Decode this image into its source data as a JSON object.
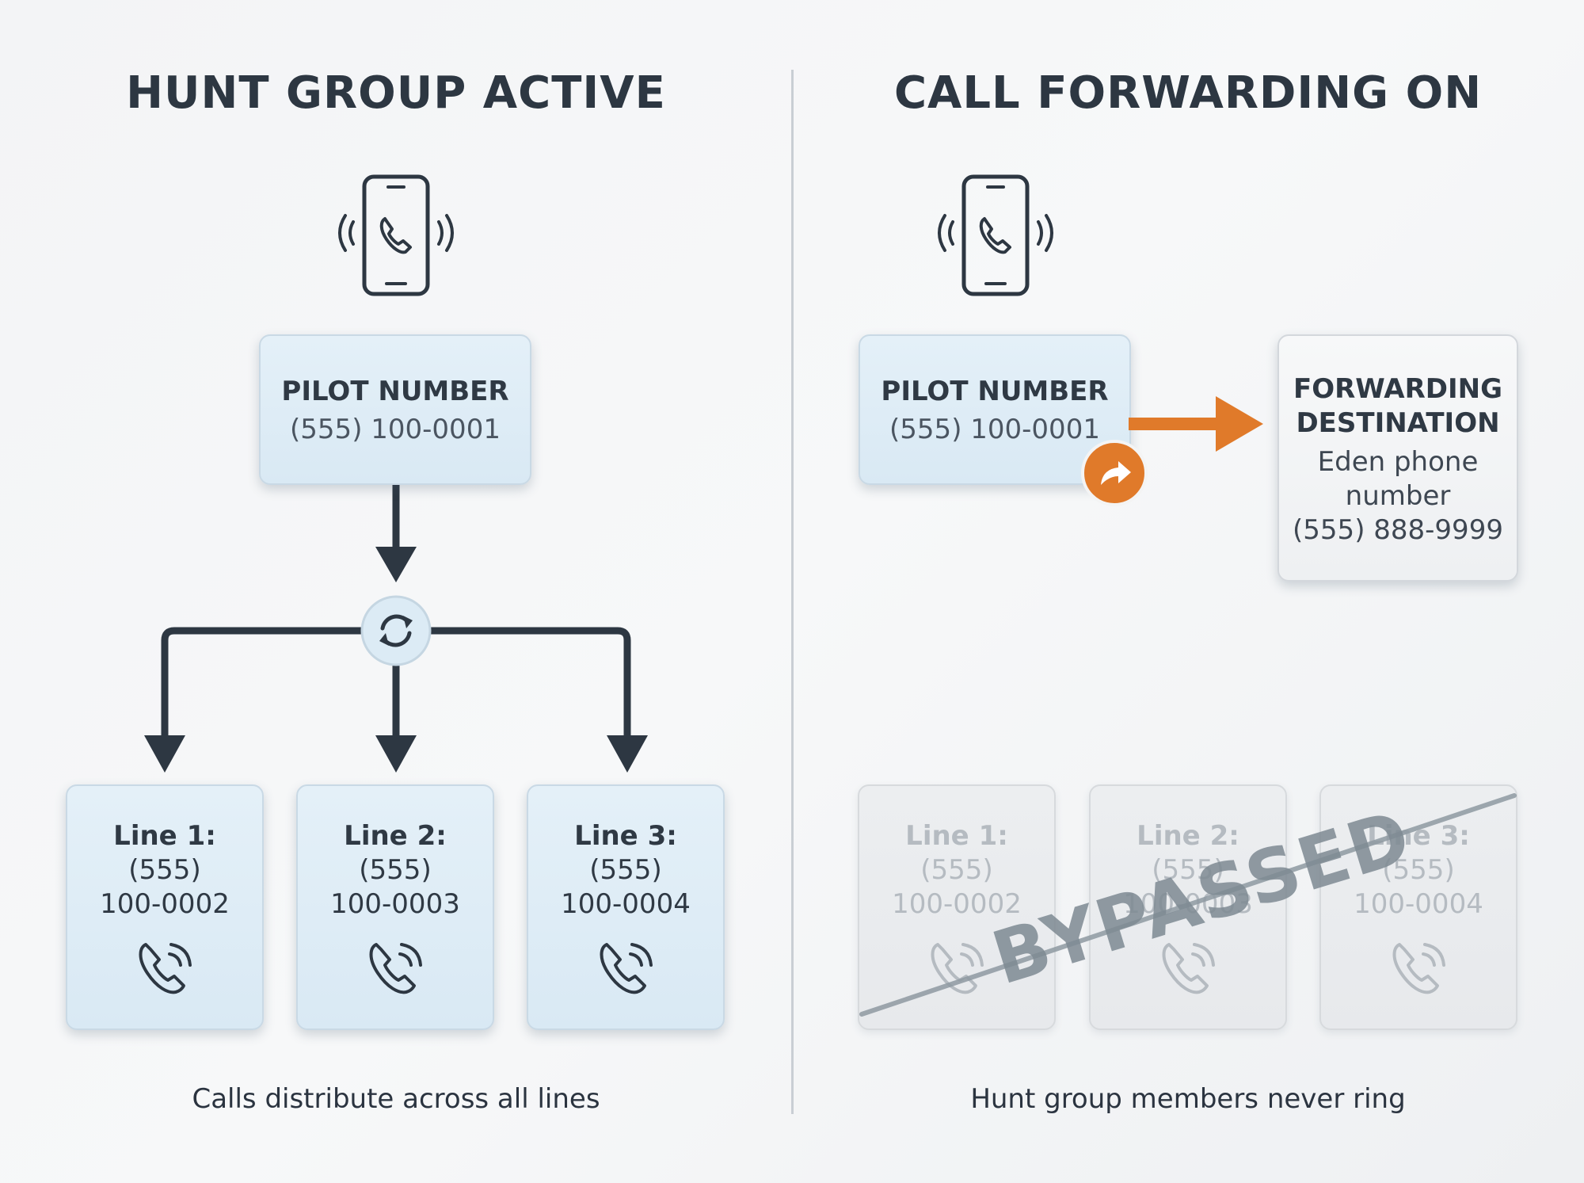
{
  "left_panel": {
    "title": "HUNT GROUP ACTIVE",
    "pilot": {
      "label": "PILOT NUMBER",
      "number": "(555) 100-0001"
    },
    "lines": [
      {
        "label": "Line 1:",
        "area": "(555)",
        "number": "100-0002"
      },
      {
        "label": "Line 2:",
        "area": "(555)",
        "number": "100-0003"
      },
      {
        "label": "Line 3:",
        "area": "(555)",
        "number": "100-0004"
      }
    ],
    "caption": "Calls distribute across all lines"
  },
  "right_panel": {
    "title": "CALL FORWARDING ON",
    "pilot": {
      "label": "PILOT NUMBER",
      "number": "(555) 100-0001"
    },
    "destination": {
      "label_line1": "FORWARDING",
      "label_line2": "DESTINATION",
      "name_line1": "Eden phone",
      "name_line2": "number",
      "number": "(555) 888-9999"
    },
    "lines": [
      {
        "label": "Line 1:",
        "area": "(555)",
        "number": "100-0002"
      },
      {
        "label": "Line 2:",
        "area": "(555)",
        "number": "100-0003"
      },
      {
        "label": "Line 3:",
        "area": "(555)",
        "number": "100-0004"
      }
    ],
    "bypassed_label": "BYPASSED",
    "caption": "Hunt group members never ring"
  },
  "colors": {
    "accent": "#e07a2a",
    "dark_stroke": "#2d3742",
    "card_blue": "#dcebf5",
    "faded": "#b5bbc1"
  },
  "icons": [
    "ringing-smartphone-icon",
    "round-robin-icon",
    "forward-icon",
    "ringing-handset-icon"
  ]
}
